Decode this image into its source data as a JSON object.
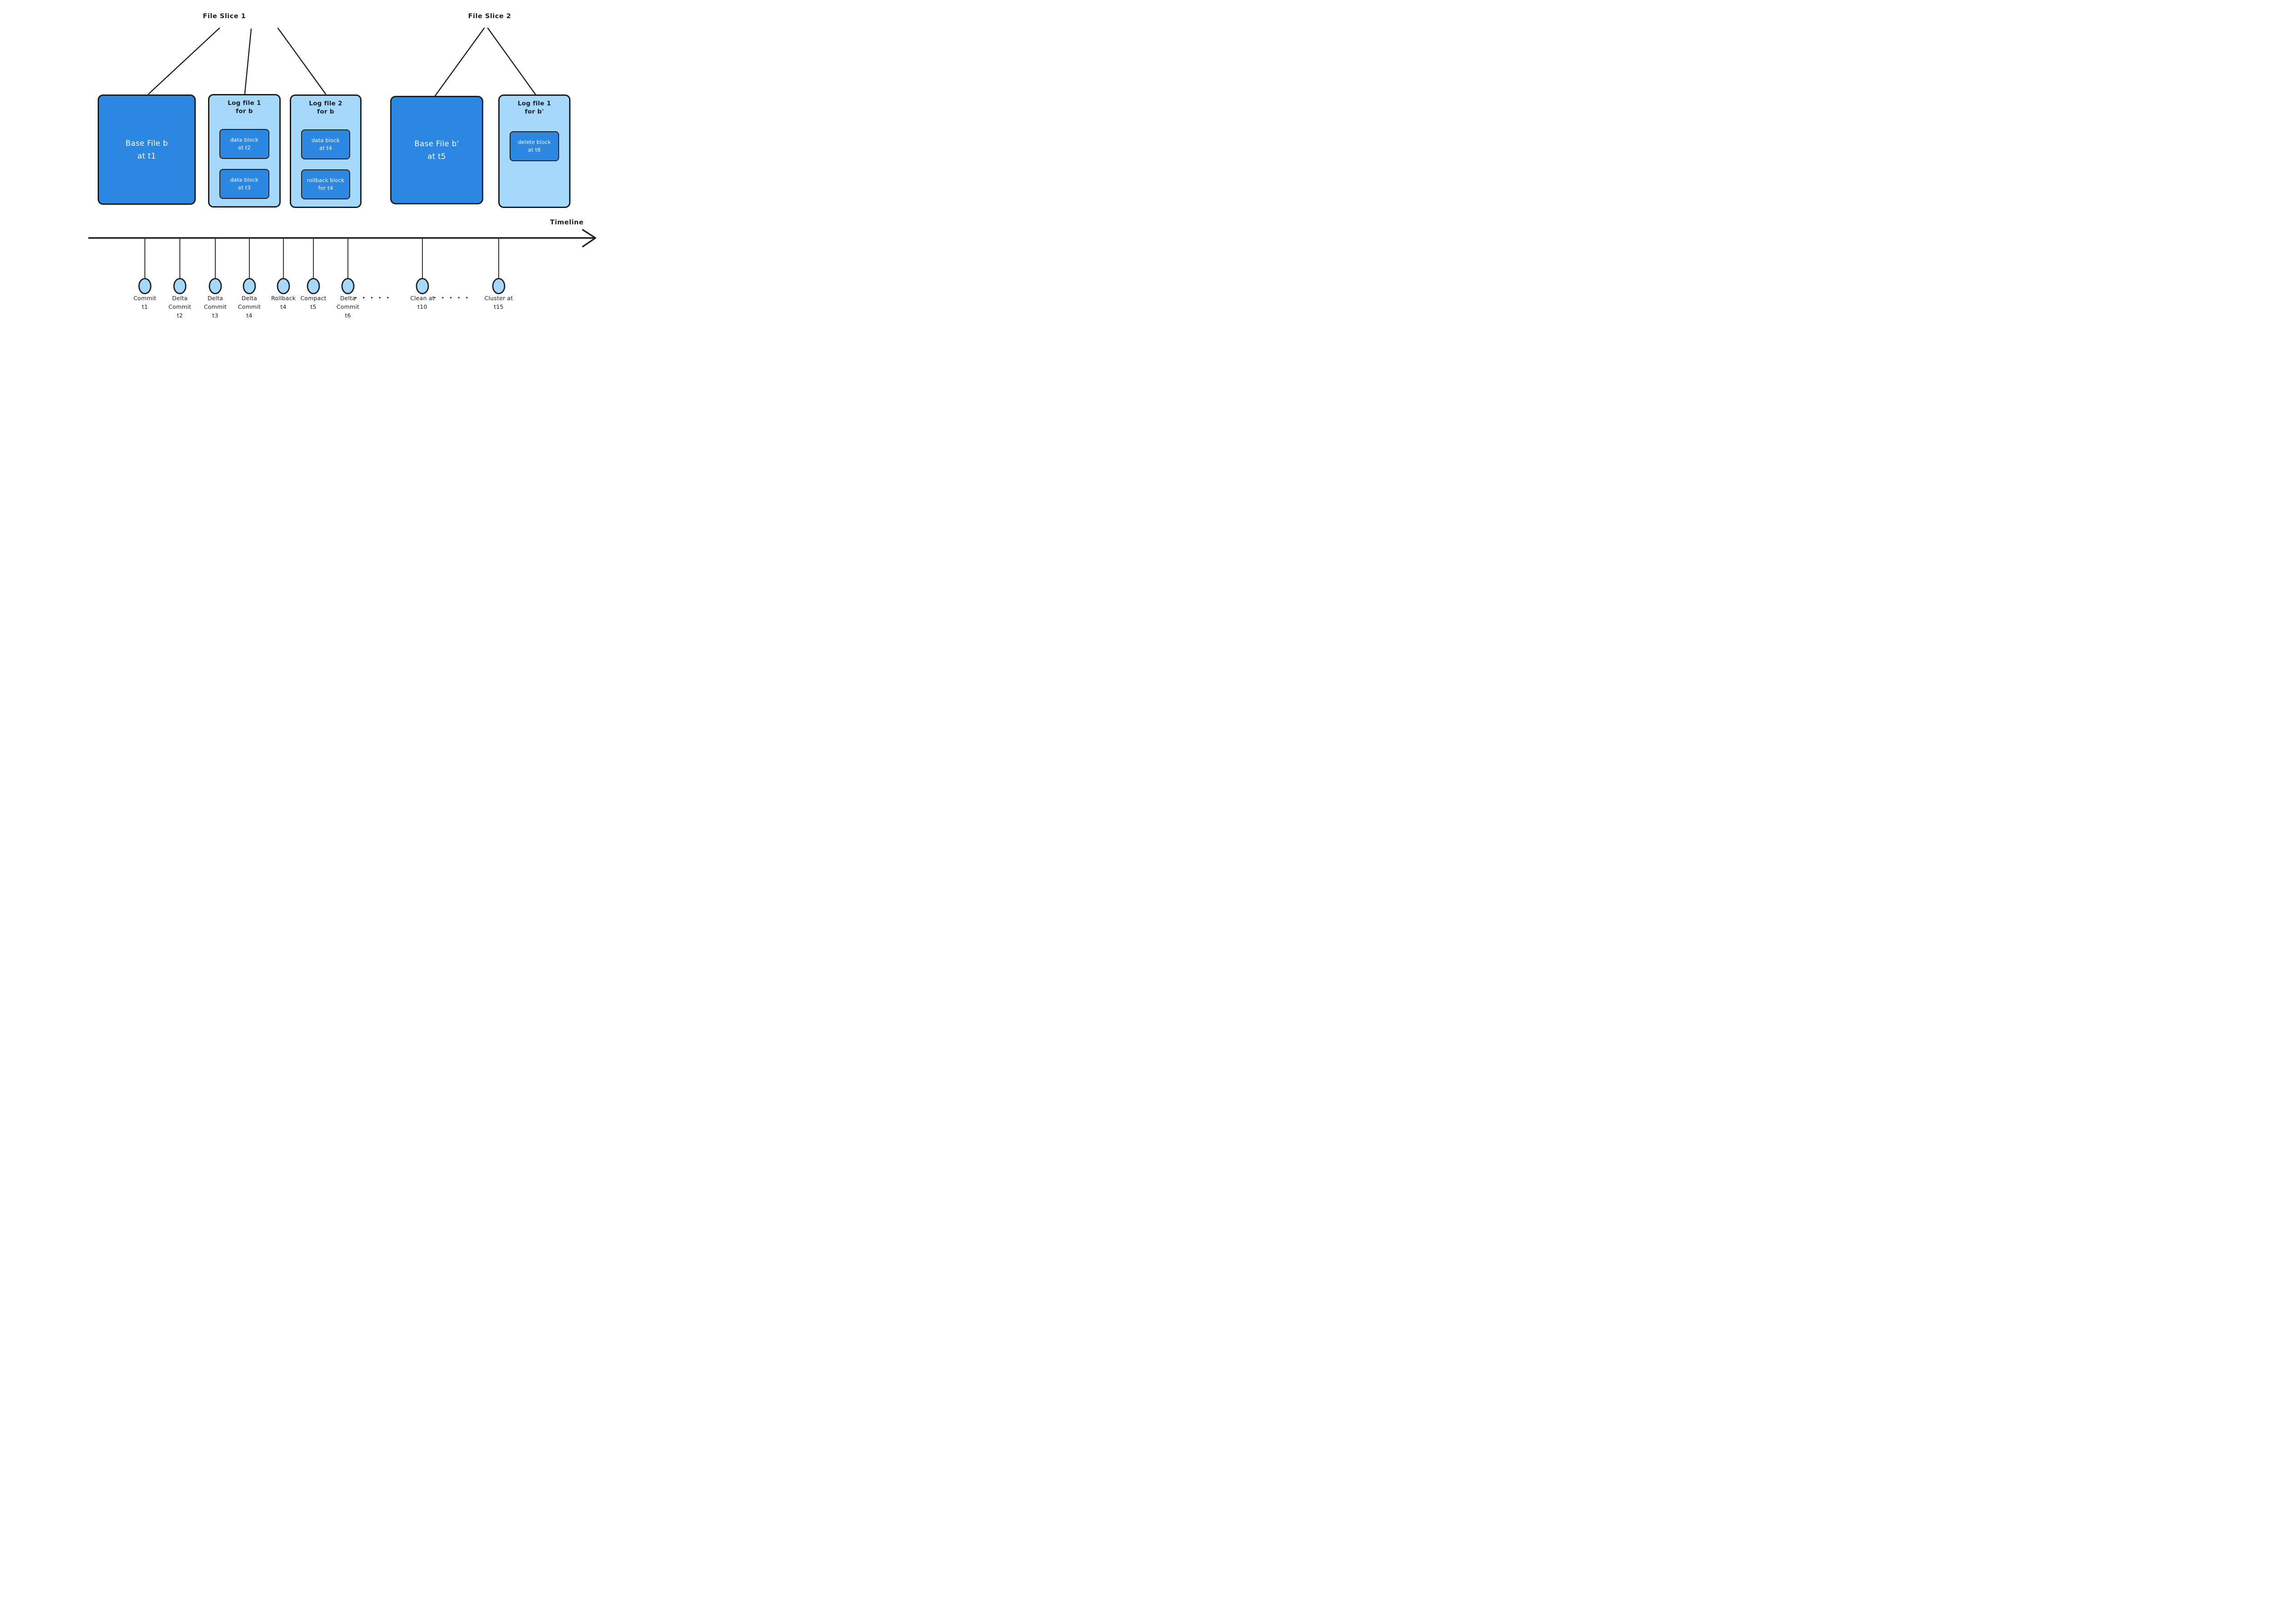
{
  "colors": {
    "dark_blue": "#2b87e1",
    "light_blue": "#a6d8fb",
    "stroke": "#1e1e1e",
    "white_text": "#ffffff"
  },
  "slices": {
    "slice1_label": "File Slice 1",
    "slice2_label": "File Slice 2"
  },
  "boxes": {
    "base_b": {
      "line1": "Base File b",
      "line2": "at t1"
    },
    "log1_b": {
      "line1": "Log file 1",
      "line2": "for b"
    },
    "log1_b_block1": {
      "line1": "data block",
      "line2": "at t2"
    },
    "log1_b_block2": {
      "line1": "data block",
      "line2": "at t3"
    },
    "log2_b": {
      "line1": "Log file 2",
      "line2": "for b"
    },
    "log2_b_block1": {
      "line1": "data block",
      "line2": "at t4"
    },
    "log2_b_block2": {
      "line1": "rollback block",
      "line2": "for t4"
    },
    "base_b2": {
      "line1": "Base File b'",
      "line2": "at t5"
    },
    "log1_b2": {
      "line1": "Log file 1",
      "line2": "for b'"
    },
    "log1_b2_block1": {
      "line1": "delete block",
      "line2": "at t6"
    }
  },
  "timeline": {
    "label": "Timeline",
    "dots": "· · · · ·",
    "events": [
      {
        "line1": "Commit",
        "line2": "t1",
        "line3": ""
      },
      {
        "line1": "Delta",
        "line2": "Commit",
        "line3": "t2"
      },
      {
        "line1": "Delta",
        "line2": "Commit",
        "line3": "t3"
      },
      {
        "line1": "Delta",
        "line2": "Commit",
        "line3": "t4"
      },
      {
        "line1": "Rollback",
        "line2": "t4",
        "line3": ""
      },
      {
        "line1": "Compact",
        "line2": "t5",
        "line3": ""
      },
      {
        "line1": "Delta",
        "line2": "Commit",
        "line3": "t6"
      },
      {
        "line1": "Clean at",
        "line2": "t10",
        "line3": ""
      },
      {
        "line1": "Cluster at",
        "line2": "t15",
        "line3": ""
      }
    ]
  }
}
